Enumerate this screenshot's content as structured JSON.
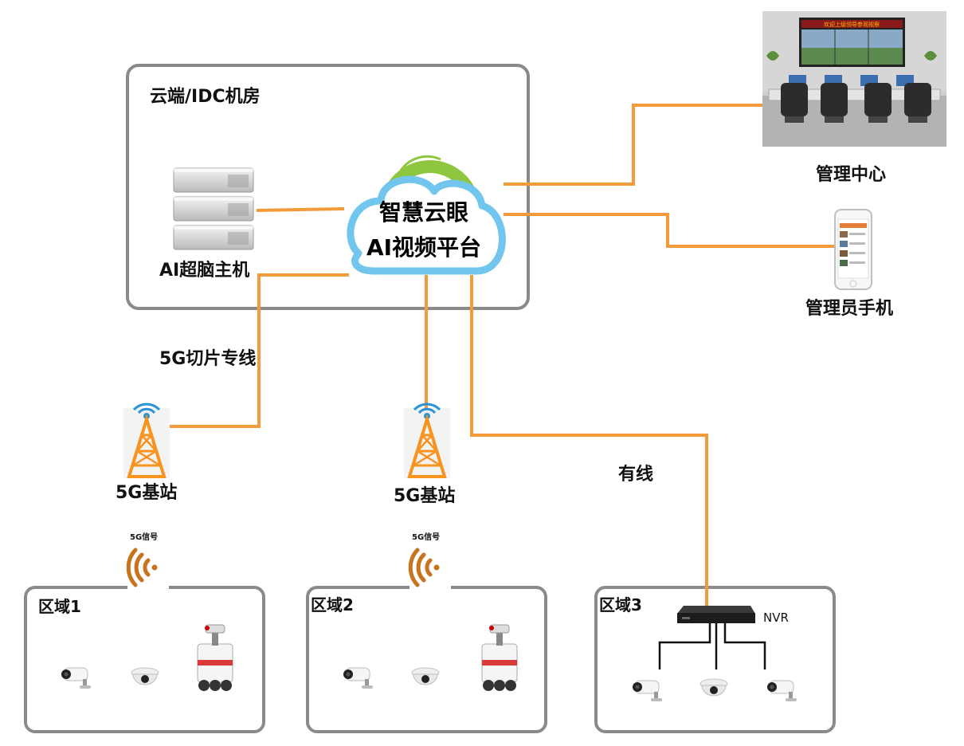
{
  "colors": {
    "link": "#f39a3a",
    "frame": "#8a8a8a",
    "cloud_blue": "#72c6ee",
    "cloud_green": "#8ec63f",
    "tower": "#f7931e",
    "tower_signal": "#2a93d5",
    "wifi": "#c8741e"
  },
  "labels": {
    "cloud_room": "云端/IDC机房",
    "ai_host": "AI超脑主机",
    "platform_line1": "智慧云眼",
    "platform_line2": "AI视频平台",
    "mgmt_center": "管理中心",
    "admin_phone": "管理员手机",
    "slice_line": "5G切片专线",
    "wired": "有线",
    "nvr": "NVR"
  },
  "base_stations": [
    {
      "label": "5G基站",
      "signal_label": "5G信号"
    },
    {
      "label": "5G基站",
      "signal_label": "5G信号"
    }
  ],
  "zones": [
    {
      "label": "区域1",
      "devices": [
        "bullet-camera",
        "dome-camera",
        "patrol-robot"
      ]
    },
    {
      "label": "区域2",
      "devices": [
        "bullet-camera",
        "dome-camera",
        "patrol-robot"
      ]
    },
    {
      "label": "区域3",
      "devices": [
        "bullet-camera",
        "dome-camera",
        "bullet-camera"
      ]
    }
  ],
  "video_wall_title": "欢迎上级领导参观视察"
}
